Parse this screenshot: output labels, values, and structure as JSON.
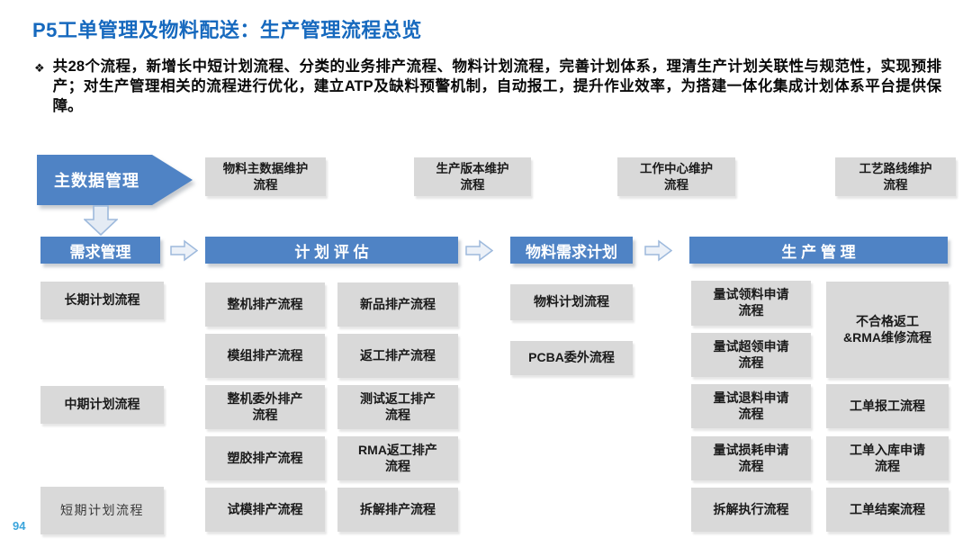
{
  "slide": {
    "title": "P5工单管理及物料配送：生产管理流程总览",
    "bullet_icon": "❖",
    "bullet_text": "共28个流程，新增长中短计划流程、分类的业务排产流程、物料计划流程，完善计划体系，理清生产计划关联性与规范性，实现预排产；对生产管理相关的流程进行优化，建立ATP及缺料预警机制，自动报工，提升作业效率，为搭建一体化集成计划体系平台提供保障。",
    "page_number": "94"
  },
  "colors": {
    "title_blue": "#1669BE",
    "accent_blue": "#4F83C5",
    "box_gray": "#D9D9D9",
    "page_number_blue": "#3BA5DC"
  },
  "diagram": {
    "master_header": "主数据管理",
    "master_row": [
      "物料主数据维护\n流程",
      "生产版本维护\n流程",
      "工作中心维护\n流程",
      "工艺路线维护\n流程"
    ],
    "headers": {
      "demand": "需求管理",
      "plan_eval": "计 划 评 估",
      "mrp": "物料需求计划",
      "production": "生 产 管 理"
    },
    "demand_col": [
      "长期计划流程",
      "中期计划流程",
      "短期计划流程"
    ],
    "plan_eval_col1": [
      "整机排产流程",
      "模组排产流程",
      "整机委外排产\n流程",
      "塑胶排产流程",
      "试模排产流程"
    ],
    "plan_eval_col2": [
      "新品排产流程",
      "返工排产流程",
      "测试返工排产\n流程",
      "RMA返工排产\n流程",
      "拆解排产流程"
    ],
    "mrp_col": [
      "物料计划流程",
      "PCBA委外流程"
    ],
    "production_col1": [
      "量试领料申请\n流程",
      "量试超领申请\n流程",
      "量试退料申请\n流程",
      "量试损耗申请\n流程",
      "拆解执行流程"
    ],
    "production_col2": [
      "不合格返工\n&RMA维修流程",
      "工单报工流程",
      "工单入库申请\n流程",
      "工单结案流程"
    ]
  }
}
